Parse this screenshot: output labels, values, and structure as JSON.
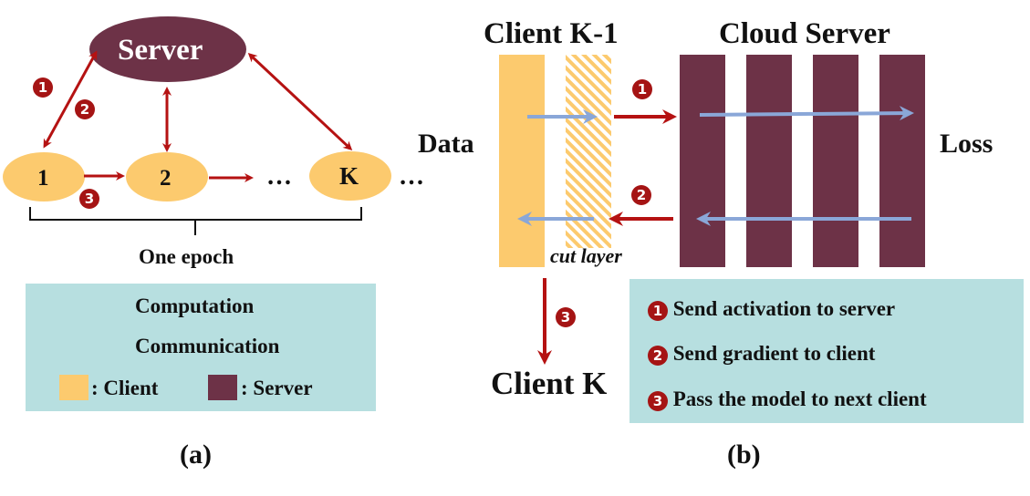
{
  "colors": {
    "client": "#fcca6e",
    "server": "#6d3247",
    "computation": "#8aa7d8",
    "communication": "#b51212",
    "legend_bg": "#b7dfe0",
    "badge": "#a51414"
  },
  "panel_a": {
    "server_label": "Server",
    "clients": [
      "1",
      "2",
      "K"
    ],
    "dots": "…",
    "trailing_dots": "…",
    "epoch_label": "One epoch",
    "caption": "(a)",
    "badges": [
      "1",
      "2",
      "3"
    ],
    "legend": {
      "computation": "Computation",
      "communication": "Communication",
      "client": ": Client",
      "server": ": Server"
    }
  },
  "panel_b": {
    "client_km1": "Client K-1",
    "cloud_server": "Cloud Server",
    "data": "Data",
    "loss": "Loss",
    "cut_layer": "cut layer",
    "client_k": "Client K",
    "caption": "(b)",
    "badges": [
      "1",
      "2",
      "3"
    ],
    "steps": [
      {
        "num": "1",
        "text": "Send activation to server"
      },
      {
        "num": "2",
        "text": "Send gradient to client"
      },
      {
        "num": "3",
        "text": "Pass the model to next client"
      }
    ]
  }
}
